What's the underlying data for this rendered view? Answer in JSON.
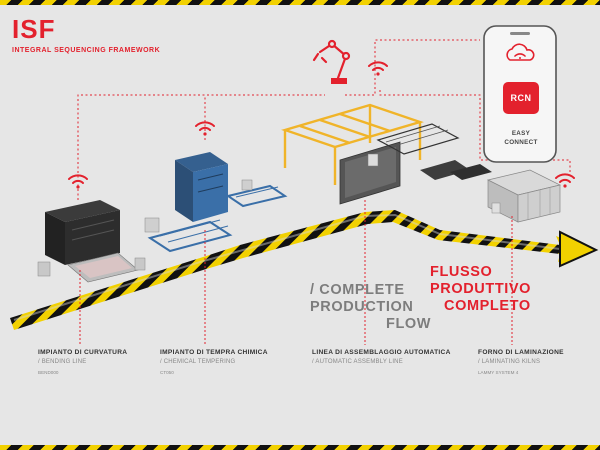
{
  "brand": {
    "name": "ISF",
    "subtitle": "INTEGRAL SEQUENCING FRAMEWORK"
  },
  "headline": {
    "it_line1": "FLUSSO",
    "it_line2": "PRODUTTIVO",
    "it_line3": "COMPLETO",
    "en_line1": "/ COMPLETE",
    "en_line2": "PRODUCTION",
    "en_line3": "FLOW"
  },
  "phone": {
    "logo": "RCN",
    "label_line1": "EASY",
    "label_line2": "CONNECT"
  },
  "stages": [
    {
      "it": "IMPIANTO DI CURVATURA",
      "en": "/ BENDING LINE",
      "model": "BEND000"
    },
    {
      "it": "IMPIANTO DI TEMPRA CHIMICA",
      "en": "/ CHEMICAL TEMPERING",
      "model": "CT050"
    },
    {
      "it": "LINEA DI ASSEMBLAGGIO AUTOMATICA",
      "en": "/ AUTOMATIC ASSEMBLY LINE",
      "model": ""
    },
    {
      "it": "FORNO DI LAMINAZIONE",
      "en": "/ LAMINATING KILNS",
      "model": "LAMMY SYSTEM 4"
    }
  ],
  "colors": {
    "accent": "#e3212d",
    "background": "#e6e6e6",
    "hazard_yellow": "#f2d100",
    "hazard_black": "#111111",
    "machine_blue": "#3a6fa8",
    "frame_yellow": "#f0b429"
  },
  "icons": [
    "wifi-icon",
    "robot-arm-icon",
    "cloud-wifi-icon",
    "smartphone-icon"
  ]
}
